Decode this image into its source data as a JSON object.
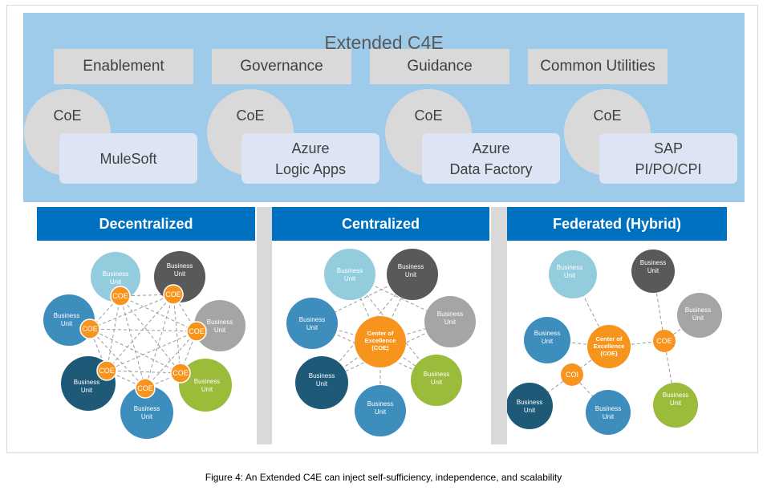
{
  "extended": {
    "title": "Extended C4E",
    "pillars": [
      "Enablement",
      "Governance",
      "Guidance",
      "Common Utilities"
    ],
    "coes": [
      {
        "label": "CoE",
        "tool": [
          "MuleSoft"
        ]
      },
      {
        "label": "CoE",
        "tool": [
          "Azure",
          "Logic Apps"
        ]
      },
      {
        "label": "CoE",
        "tool": [
          "Azure",
          "Data Factory"
        ]
      },
      {
        "label": "CoE",
        "tool": [
          "SAP",
          "PI/PO/CPI"
        ]
      }
    ]
  },
  "models": [
    {
      "title": "Decentralized"
    },
    {
      "title": "Centralized"
    },
    {
      "title": "Federated (Hybrid)"
    }
  ],
  "labels": {
    "business_unit": [
      "Business",
      "Unit"
    ],
    "coe": "COE",
    "coi": "COI",
    "center": [
      "Center of",
      "Excellence",
      "(COE)"
    ]
  },
  "colors": {
    "top_background": "#9fcbea",
    "header_blue": "#0070c0",
    "light_blue": "#93cddd",
    "dark_gray": "#595959",
    "gray": "#a5a5a5",
    "mid_blue": "#3d8dbd",
    "navy": "#1e5a78",
    "green": "#9bbb3b",
    "orange": "#f7941d"
  },
  "caption": "Figure 4: An Extended C4E can inject self-sufficiency, independence, and scalability"
}
